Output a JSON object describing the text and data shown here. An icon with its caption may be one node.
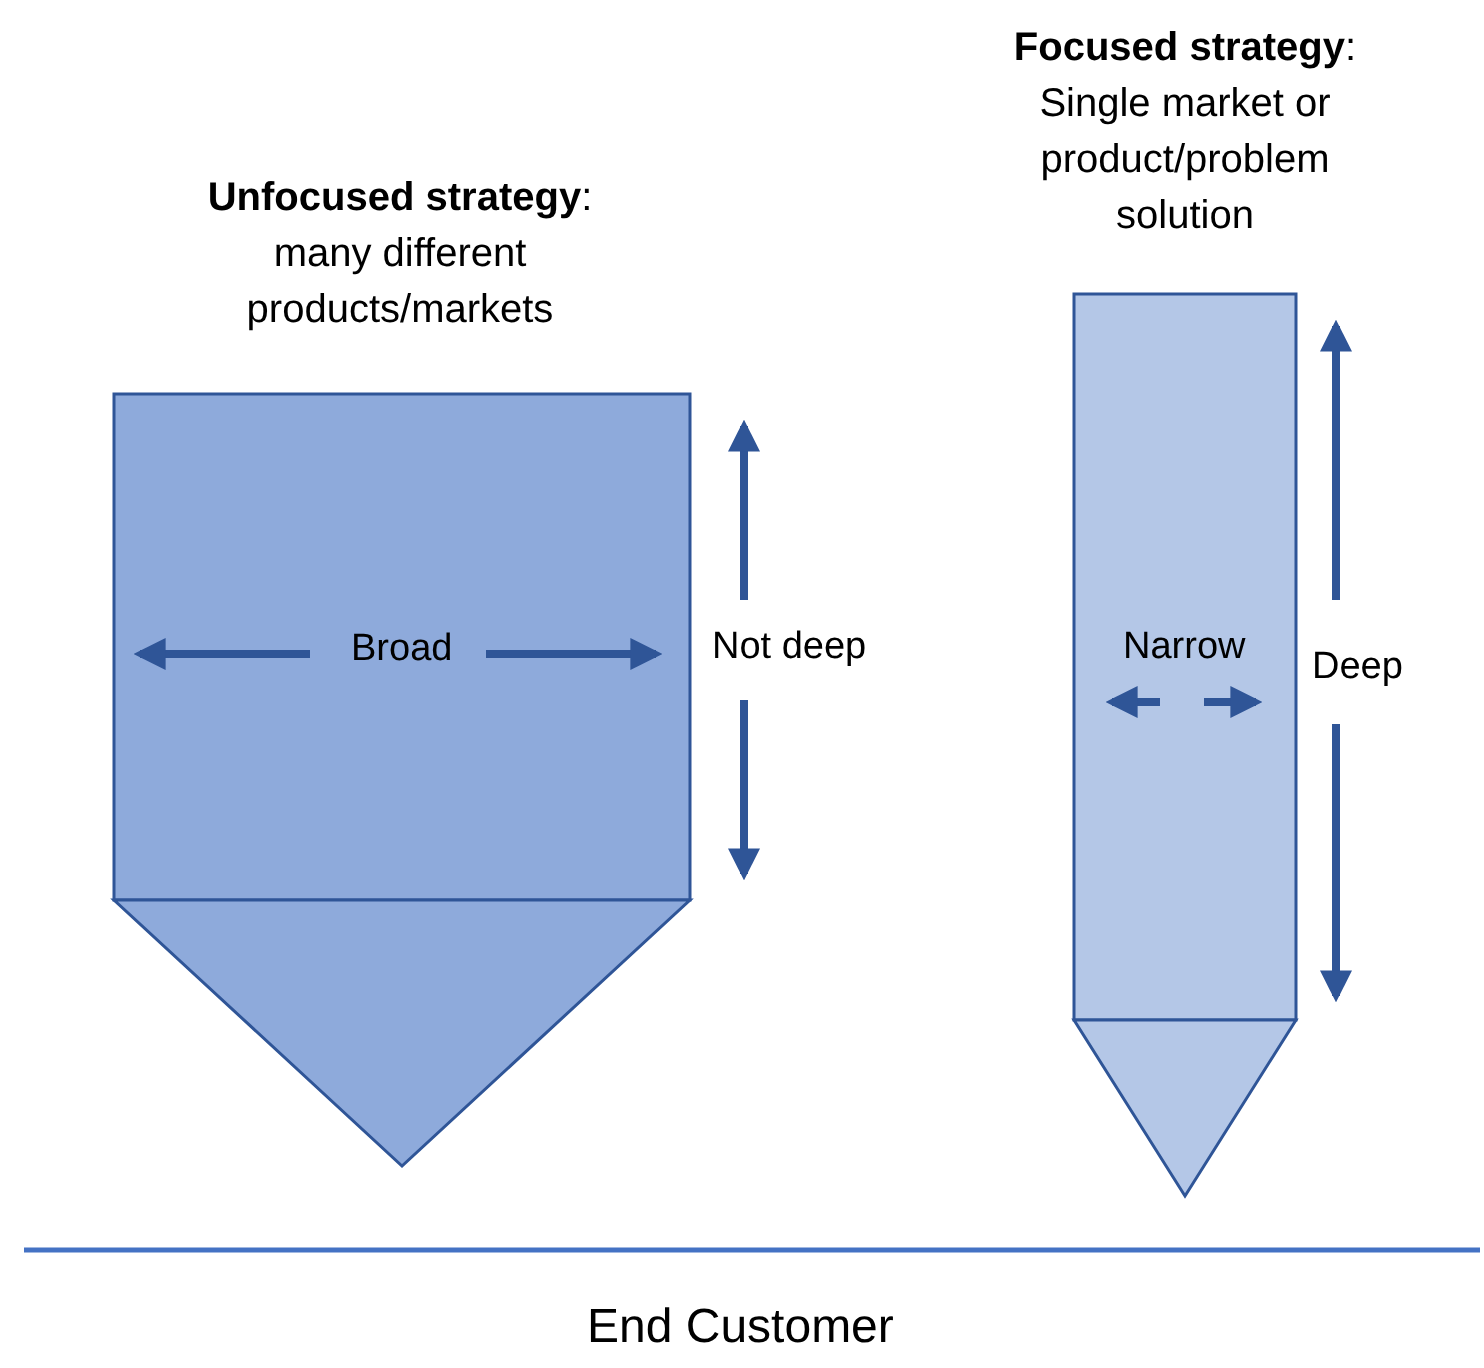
{
  "diagram": {
    "nodes": [
      {
        "text": [
          "**Unfocused strategy**: many different products/markets",
          "Broad"
        ],
        "beside": [
          "Not deep"
        ]
      },
      {
        "text": [
          "**Focused strategy**: Single market or product/problem solution",
          "Narrow"
        ],
        "beside": [
          "Deep"
        ]
      }
    ],
    "edges": [],
    "labels": [
      "End Customer"
    ]
  }
}
